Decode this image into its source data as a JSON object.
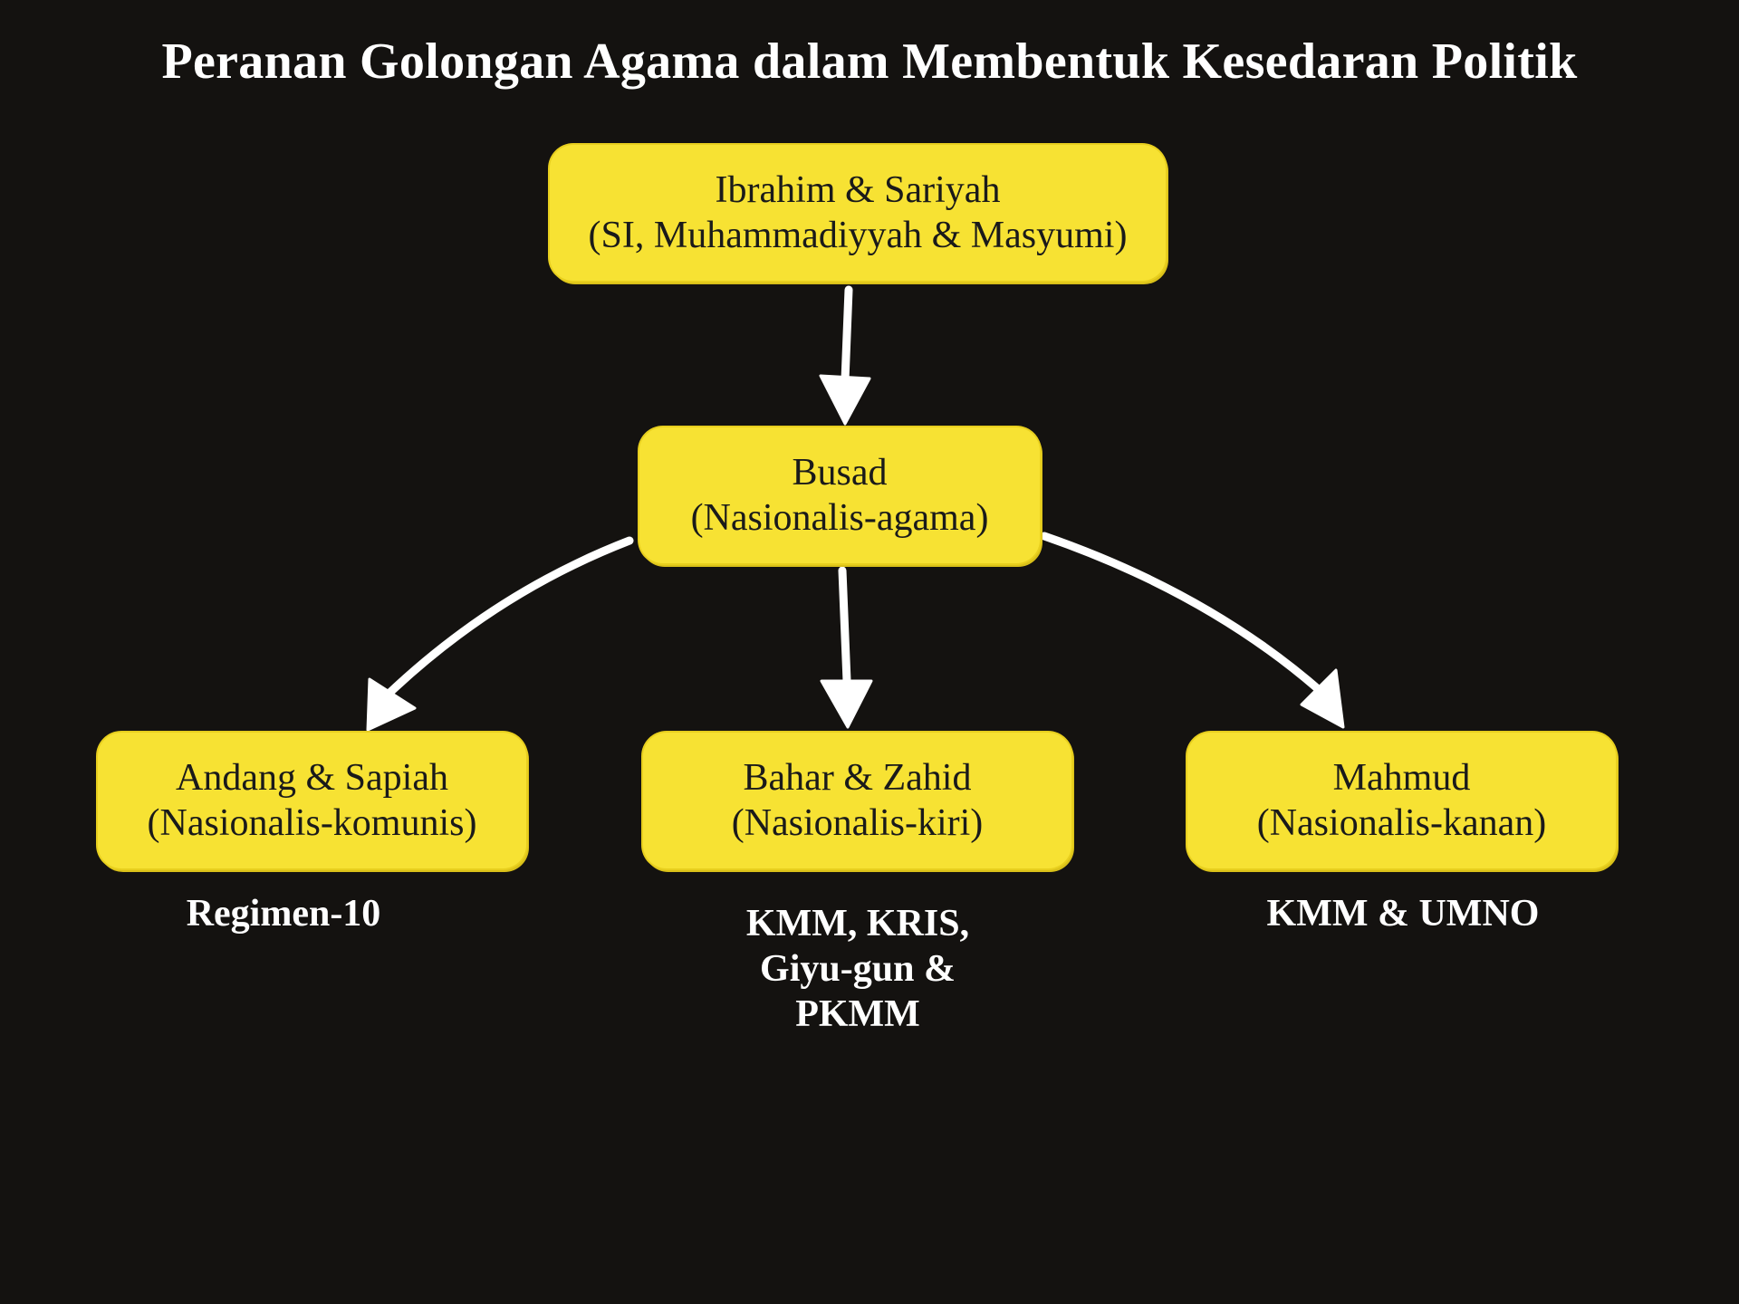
{
  "title": "Peranan Golongan Agama dalam Membentuk Kesedaran Politik",
  "nodes": {
    "top": {
      "line1": "Ibrahim & Sariyah",
      "line2": "(SI, Muhammadiyyah & Masyumi)"
    },
    "middle": {
      "line1": "Busad",
      "line2": "(Nasionalis-agama)"
    },
    "left": {
      "line1": "Andang & Sapiah",
      "line2": "(Nasionalis-komunis)"
    },
    "center": {
      "line1": "Bahar & Zahid",
      "line2": "(Nasionalis-kiri)"
    },
    "right": {
      "line1": "Mahmud",
      "line2": "(Nasionalis-kanan)"
    }
  },
  "notes": {
    "left": {
      "line1": "Regimen-10"
    },
    "center": {
      "line1": "KMM, KRIS,",
      "line2": "Giyu-gun &",
      "line3": "PKMM"
    },
    "right": {
      "line1": "KMM & UMNO"
    }
  },
  "colors": {
    "background": "#141210",
    "node_fill": "#f7e233",
    "arrow": "#ffffff",
    "text_on_dark": "#ffffff",
    "text_on_node": "#1a1a1a"
  },
  "edges": [
    {
      "from": "top",
      "to": "middle"
    },
    {
      "from": "middle",
      "to": "left"
    },
    {
      "from": "middle",
      "to": "center"
    },
    {
      "from": "middle",
      "to": "right"
    }
  ]
}
